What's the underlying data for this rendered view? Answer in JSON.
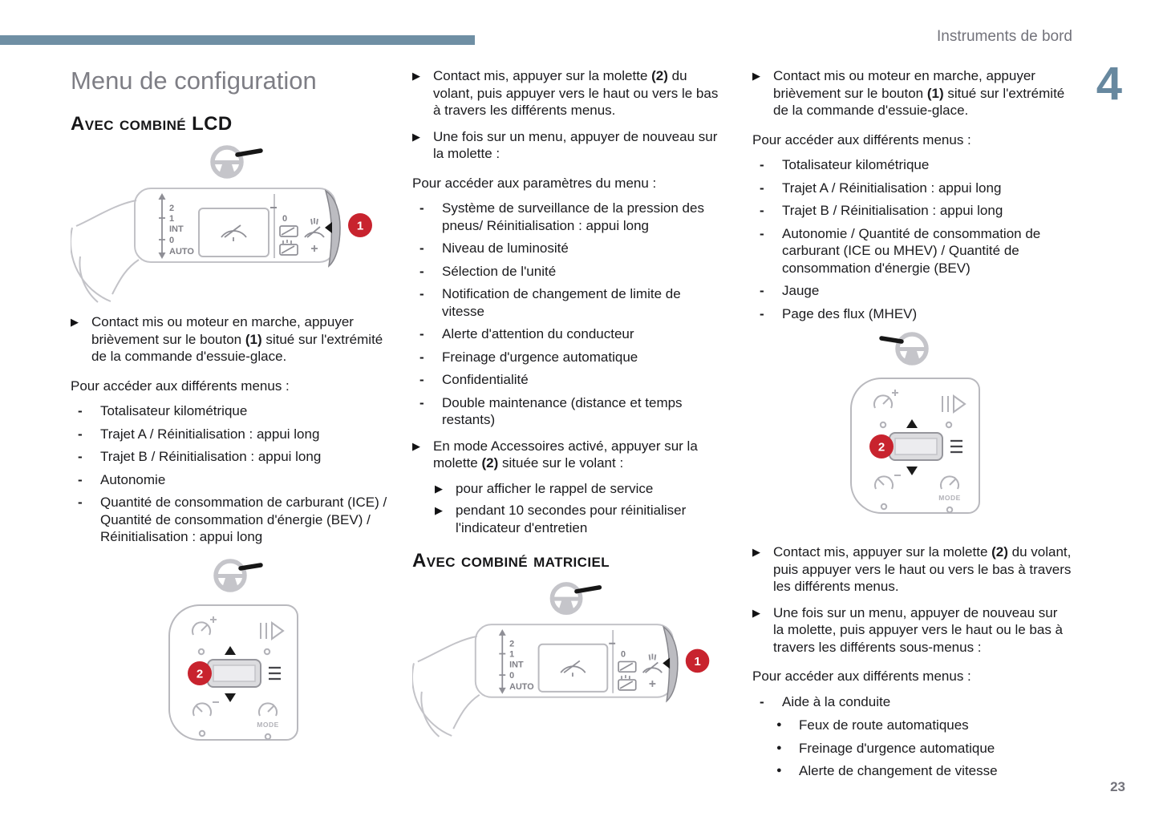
{
  "page": {
    "header": "Instruments de bord",
    "chapter": "4",
    "number": "23",
    "title": "Menu de configuration"
  },
  "colors": {
    "accent_blue": "#6f8fa4",
    "badge_red": "#c8232e",
    "text": "#1b1b1e",
    "gray_title": "#7e7e85"
  },
  "icons": {
    "arrow": "▶",
    "dash": "-",
    "dot": "●"
  },
  "col1": {
    "heading": "Avec combiné LCD",
    "bullet1": [
      {
        "t": "Contact mis ou moteur en marche, appuyer brièvement sur le bouton "
      },
      {
        "t": "(1)",
        "b": true
      },
      {
        "t": " situé sur l'extrémité de la commande d'essuie-glace."
      }
    ],
    "access": "Pour accéder aux différents menus :",
    "items": [
      "Totalisateur kilométrique",
      "Trajet A / Réinitialisation : appui long",
      "Trajet B / Réinitialisation : appui long",
      "Autonomie",
      "Quantité de consommation de carburant (ICE) / Quantité de consommation d'énergie (BEV) / Réinitialisation : appui long"
    ]
  },
  "col2": {
    "bullet1": [
      {
        "t": "Contact mis, appuyer sur la molette "
      },
      {
        "t": "(2)",
        "b": true
      },
      {
        "t": " du volant, puis appuyer vers le haut ou vers le bas à travers les différents menus."
      }
    ],
    "bullet2": "Une fois sur un menu, appuyer de nouveau sur la molette :",
    "access": "Pour accéder aux paramètres du menu :",
    "items": [
      "Système de surveillance de la pression des pneus/ Réinitialisation : appui long",
      "Niveau de luminosité",
      "Sélection de l'unité",
      "Notification de changement de limite de vitesse",
      "Alerte d'attention du conducteur",
      "Freinage d'urgence automatique",
      "Confidentialité",
      "Double maintenance (distance et temps restants)"
    ],
    "bullet3": [
      {
        "t": "En mode Accessoires activé, appuyer sur la molette "
      },
      {
        "t": "(2)",
        "b": true
      },
      {
        "t": " située sur le volant :"
      }
    ],
    "sub_bullets": [
      "pour afficher le rappel de service",
      "pendant 10 secondes pour réinitialiser l'indicateur d'entretien"
    ],
    "heading2": "Avec combiné matriciel"
  },
  "col3": {
    "bullet1": [
      {
        "t": "Contact mis ou moteur en marche, appuyer brièvement sur le bouton "
      },
      {
        "t": "(1)",
        "b": true
      },
      {
        "t": " situé sur l'extrémité de la commande d'essuie-glace."
      }
    ],
    "access1": "Pour accéder aux différents menus :",
    "items": [
      "Totalisateur kilométrique",
      "Trajet A / Réinitialisation : appui long",
      "Trajet B / Réinitialisation : appui long",
      "Autonomie / Quantité de consommation de carburant (ICE ou MHEV) / Quantité de consommation d'énergie (BEV)",
      "Jauge",
      "Page des flux (MHEV)"
    ],
    "bullet2": [
      {
        "t": "Contact mis, appuyer sur la molette "
      },
      {
        "t": "(2)",
        "b": true
      },
      {
        "t": " du volant, puis appuyer vers le haut ou vers le bas à travers les différents menus."
      }
    ],
    "bullet3": "Une fois sur un menu, appuyer de nouveau sur la molette, puis appuyer vers le haut ou le bas à travers les différents sous-menus :",
    "access2": "Pour accéder aux différents menus :",
    "drive_item": "Aide à la conduite",
    "sub_items": [
      "Feux de route automatiques",
      "Freinage d'urgence automatique",
      "Alerte de changement de vitesse"
    ]
  },
  "illus": {
    "stalk": {
      "marks": [
        "2",
        "1",
        "INT",
        "0",
        "AUTO"
      ],
      "zero": "0",
      "badge": "1"
    },
    "pad": {
      "badge": "2",
      "mode": "MODE"
    }
  }
}
